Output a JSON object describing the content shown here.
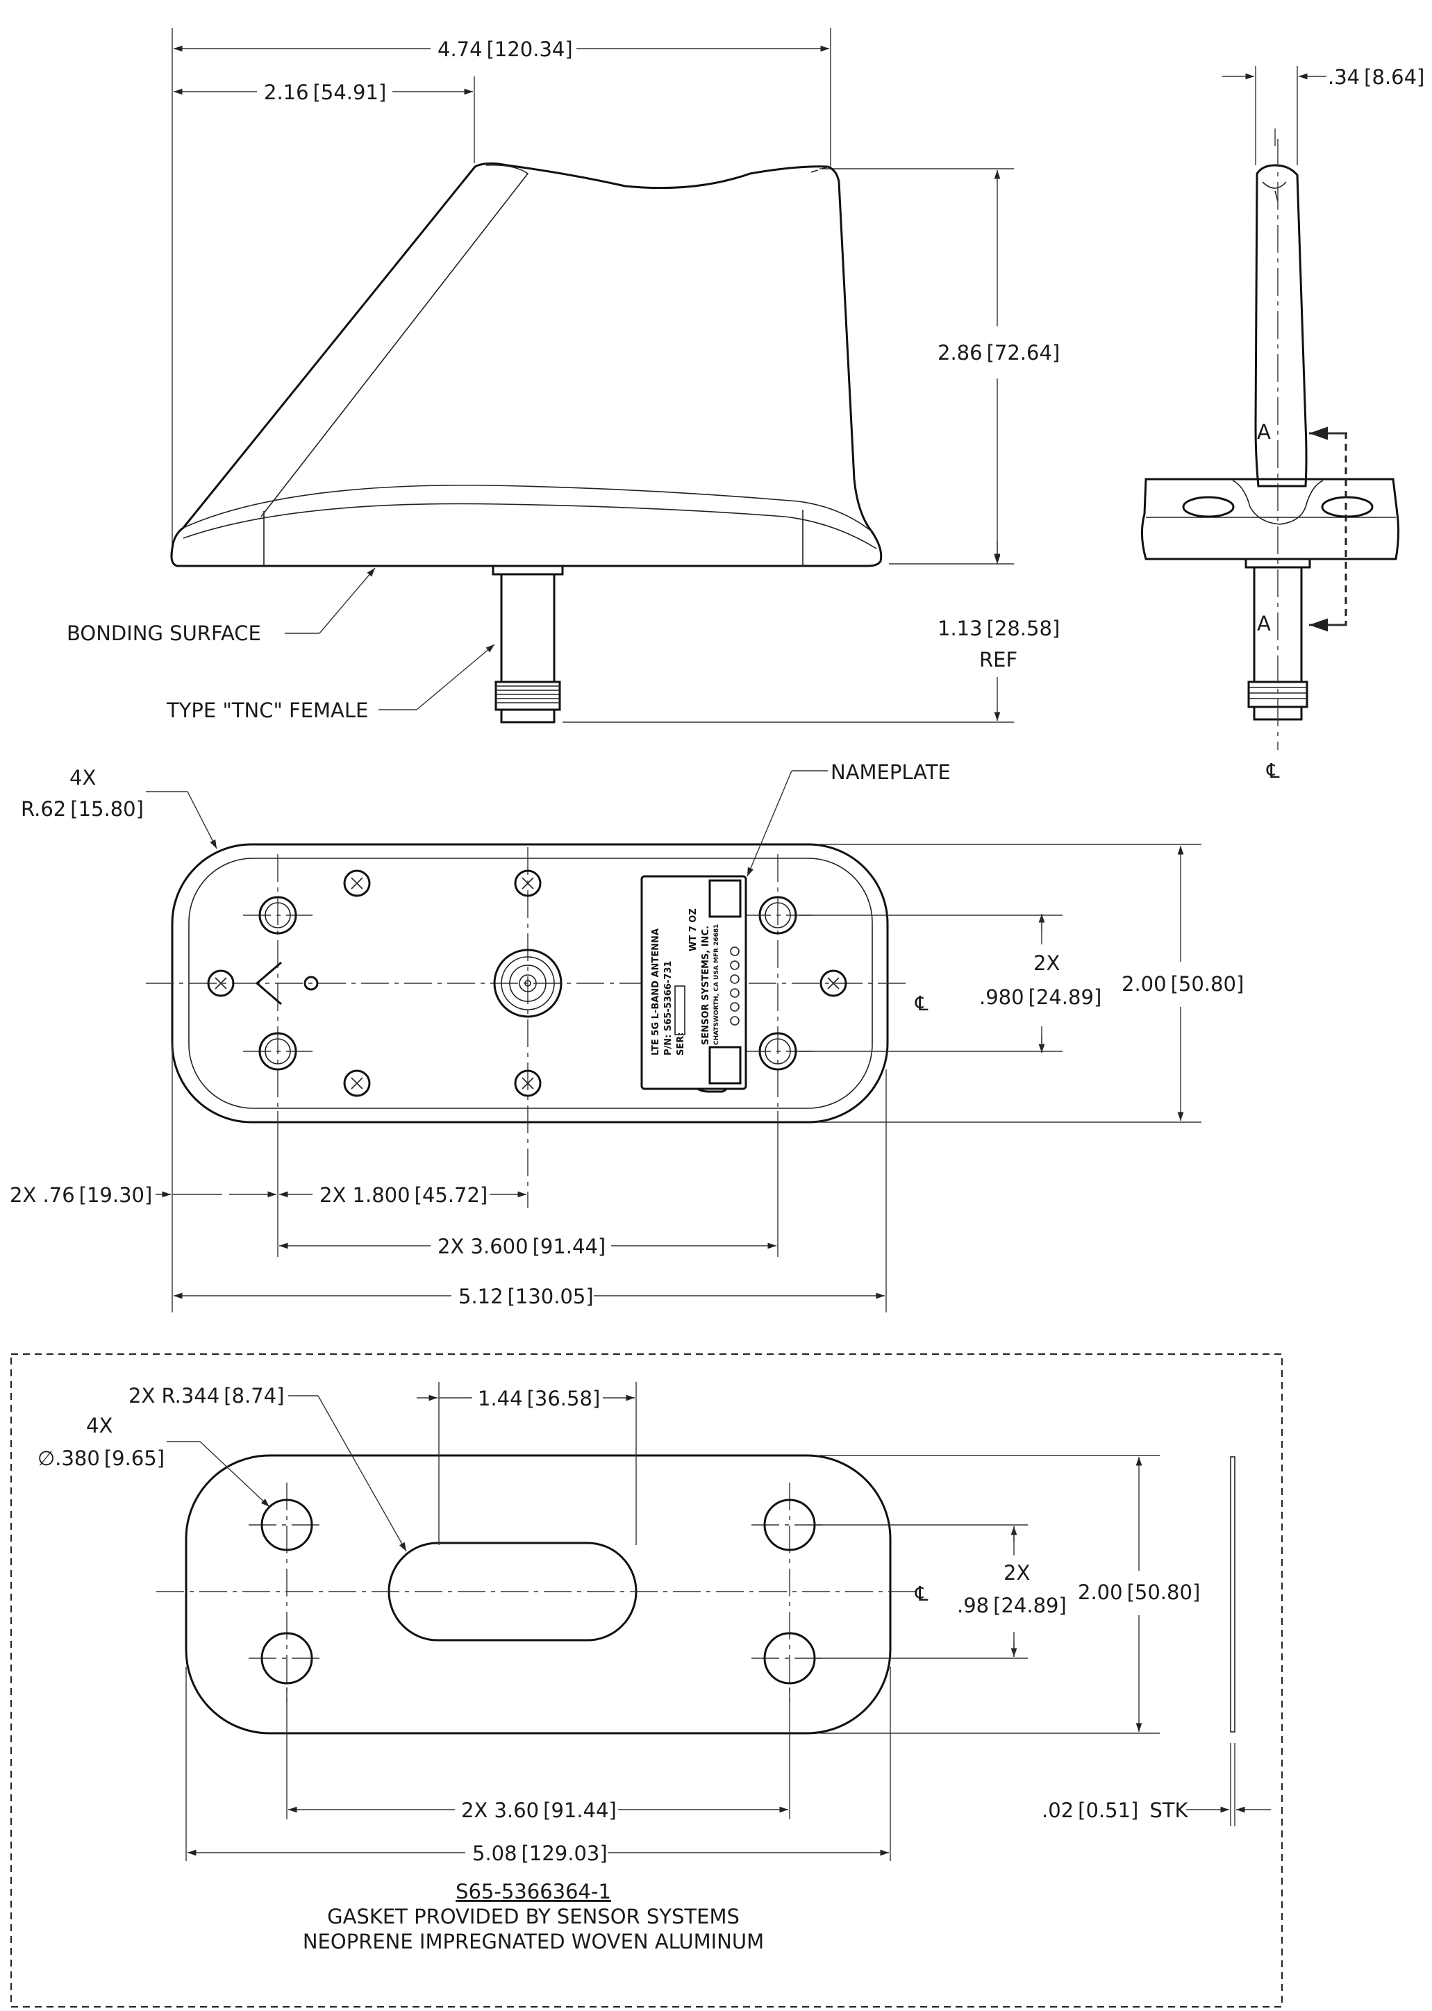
{
  "side_view": {
    "overall_width": {
      "value": "4.74",
      "metric": "120.34"
    },
    "offset_width": {
      "value": "2.16",
      "metric": "54.91"
    },
    "height": {
      "value": "2.86",
      "metric": "72.64"
    },
    "connector_length": {
      "value": "1.13",
      "metric": "28.58",
      "note": "REF"
    },
    "callout_bonding": "BONDING SURFACE",
    "callout_connector": "TYPE \"TNC\" FEMALE"
  },
  "end_view": {
    "thickness": {
      "value": ".34",
      "metric": "8.64"
    },
    "section_letter_top": "A",
    "section_letter_bottom": "A",
    "centerline": "℄"
  },
  "bottom_view": {
    "corner_radius": {
      "qty": "4X",
      "value": "R.62",
      "metric": "15.80"
    },
    "nameplate_callout": "NAMEPLATE",
    "hole_spacing_y": {
      "qty": "2X",
      "value": ".980",
      "metric": "24.89"
    },
    "width": {
      "value": "2.00",
      "metric": "50.80"
    },
    "edge_to_hole": {
      "value": "2X .76",
      "metric": "19.30"
    },
    "hole_to_center": {
      "value": "2X 1.800",
      "metric": "45.72"
    },
    "hole_spacing_x": {
      "value": "2X 3.600",
      "metric": "91.44"
    },
    "overall_length": {
      "value": "5.12",
      "metric": "130.05"
    },
    "centerline": "℄",
    "nameplate": {
      "line1": "LTE 5G L-BAND ANTENNA",
      "line2": "P/N: S65-5366-731",
      "line3": "SER:",
      "line4": "WT 7 OZ",
      "line5": "SENSOR SYSTEMS, INC.",
      "line6": "CHATSWORTH, CA USA MFR 26681"
    }
  },
  "gasket": {
    "slot_radius": {
      "value": "2X R.344",
      "metric": "8.74"
    },
    "hole_dia": {
      "qty": "4X",
      "value": "∅.380",
      "metric": "9.65"
    },
    "slot_length": {
      "value": "1.44",
      "metric": "36.58"
    },
    "hole_spacing_y": {
      "qty": "2X",
      "value": ".98",
      "metric": "24.89"
    },
    "width": {
      "value": "2.00",
      "metric": "50.80"
    },
    "hole_spacing_x": {
      "value": "2X 3.60",
      "metric": "91.44"
    },
    "length": {
      "value": "5.08",
      "metric": "129.03"
    },
    "thickness": {
      "value": ".02",
      "metric": "0.51",
      "note": "STK"
    },
    "centerline": "℄",
    "part_number": "S65-5366364-1",
    "note1": "GASKET PROVIDED BY SENSOR SYSTEMS",
    "note2": "NEOPRENE IMPREGNATED WOVEN ALUMINUM"
  }
}
